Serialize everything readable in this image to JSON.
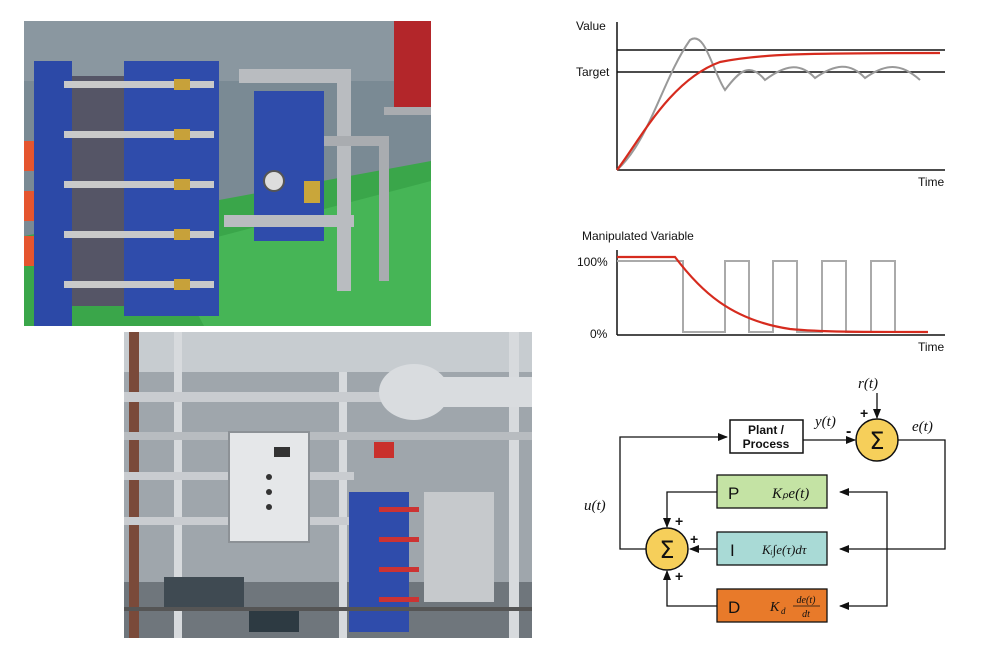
{
  "photos": [
    {
      "id": "photo-plate-heat-exchanger-green-floor"
    },
    {
      "id": "photo-process-skid-control-panel"
    }
  ],
  "colors": {
    "response_curve": "#d62b1e",
    "oscillating_curve": "#999999",
    "p_block": "#c4e3a4",
    "i_block": "#a9dad6",
    "d_block": "#e87a2a",
    "sum_node": "#f6cf5a"
  },
  "chart_data": [
    {
      "type": "line",
      "ylabel": "Value",
      "xlabel": "Time",
      "y_tick_labels": [
        "Target"
      ],
      "series": [
        {
          "style": "smooth-red",
          "x": [
            0,
            0.1,
            0.2,
            0.3,
            0.4,
            0.5,
            0.6,
            0.7,
            0.8,
            0.9,
            1.0
          ],
          "y": [
            0,
            0.62,
            0.86,
            0.95,
            0.98,
            0.99,
            1.0,
            1.0,
            1.0,
            1.0,
            1.0
          ]
        },
        {
          "style": "oscillating-gray",
          "x": [
            0,
            0.08,
            0.14,
            0.2,
            0.26,
            0.32,
            0.38,
            0.46,
            0.54,
            0.62,
            0.7,
            0.78,
            0.86,
            0.94,
            1.0
          ],
          "y": [
            0,
            0.55,
            1.32,
            0.78,
            0.98,
            0.82,
            0.9,
            0.84,
            0.9,
            0.84,
            0.9,
            0.84,
            0.9,
            0.84,
            0.82
          ]
        }
      ],
      "reference_lines": [
        "upper",
        "Target"
      ]
    },
    {
      "type": "line",
      "ylabel": "Manipulated Variable",
      "xlabel": "Time",
      "y_tick_labels": [
        "100%",
        "0%"
      ],
      "series": [
        {
          "style": "smooth-red",
          "x": [
            0,
            0.2,
            0.3,
            0.4,
            0.5,
            0.6,
            0.7,
            0.8,
            1.0
          ],
          "y": [
            1.0,
            1.0,
            0.62,
            0.35,
            0.18,
            0.08,
            0.03,
            0.01,
            0.0
          ]
        },
        {
          "style": "on-off-gray",
          "pulses": [
            [
              0,
              0.2
            ],
            [
              0.33,
              0.41
            ],
            [
              0.49,
              0.57
            ],
            [
              0.65,
              0.73
            ],
            [
              0.81,
              0.89
            ]
          ]
        }
      ]
    }
  ],
  "pid": {
    "plant_label": "Plant /\nProcess",
    "plant_line1": "Plant /",
    "plant_line2": "Process",
    "r": "r(t)",
    "y": "y(t)",
    "e": "e(t)",
    "u": "u(t)",
    "sigma": "Σ",
    "plus": "+",
    "minus": "-",
    "p_letter": "P",
    "i_letter": "I",
    "d_letter": "D",
    "p_term": "Kₚe(t)",
    "i_term": "Kᵢ∫e(τ)dτ",
    "d_gain": "K",
    "d_sub": "d",
    "d_num": "de(t)",
    "d_den": "dt"
  }
}
